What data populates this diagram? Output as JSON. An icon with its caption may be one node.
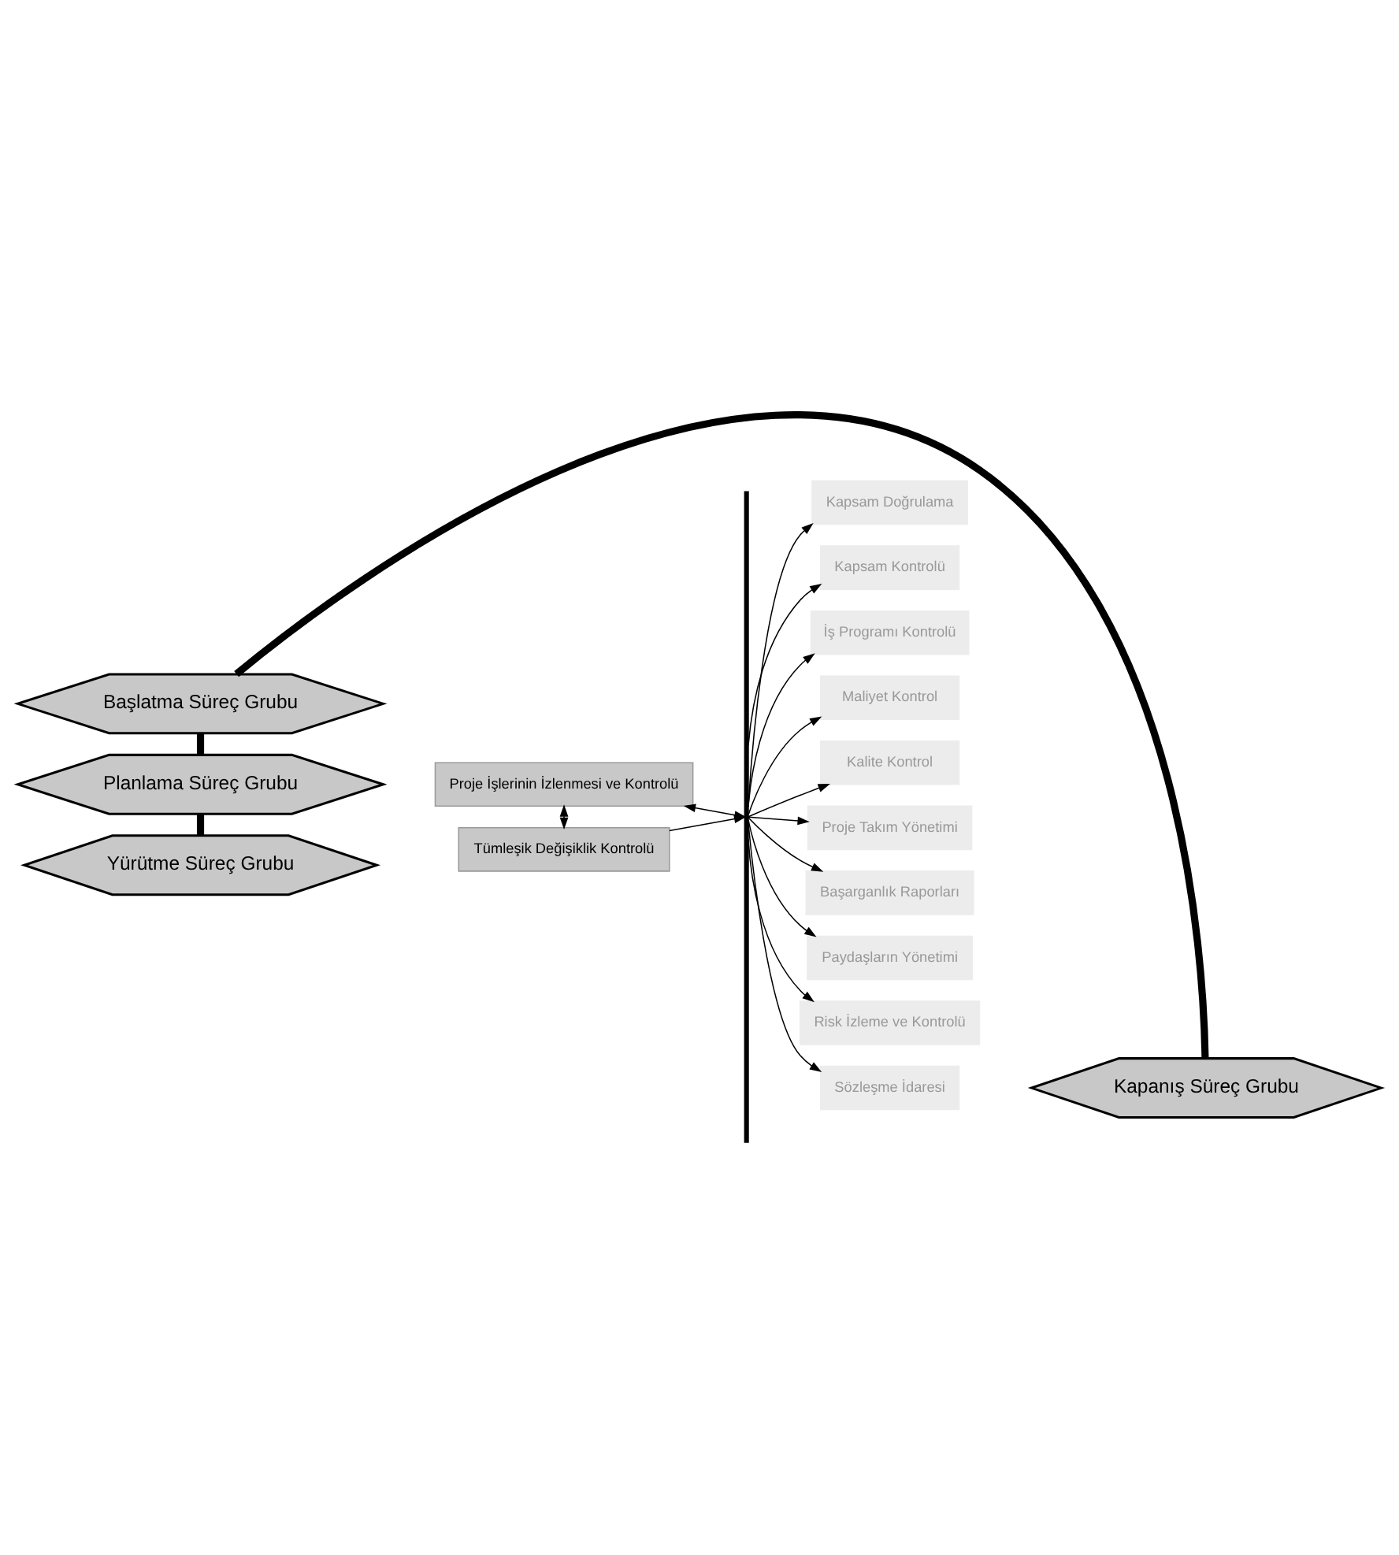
{
  "diagram": {
    "nodes": [
      {
        "text": [
          "Başlatma Süreç Grubu"
        ]
      },
      {
        "text": [
          "Planlama Süreç Grubu"
        ]
      },
      {
        "text": [
          "Yürütme Süreç Grubu"
        ]
      },
      {
        "text": [
          "Kapanış Süreç Grubu"
        ]
      },
      {
        "text": [
          "Proje İşlerinin İzlenmesi ve Kontrolü"
        ]
      },
      {
        "text": [
          "Tümleşik Değişiklik Kontrolü"
        ]
      },
      {
        "text": [],
        "shape": "bar"
      },
      {
        "text": [
          "Kapsam Doğrulama"
        ]
      },
      {
        "text": [
          "Kapsam Kontrolü"
        ]
      },
      {
        "text": [
          "İş Programı Kontrolü"
        ]
      },
      {
        "text": [
          "Maliyet Kontrol"
        ]
      },
      {
        "text": [
          "Kalite Kontrol"
        ]
      },
      {
        "text": [
          "Proje Takım Yönetimi"
        ]
      },
      {
        "text": [
          "Başarganlık Raporları"
        ]
      },
      {
        "text": [
          "Paydaşların Yönetimi"
        ]
      },
      {
        "text": [
          "Risk İzleme ve Kontrolü"
        ]
      },
      {
        "text": [
          "Sözleşme İdaresi"
        ]
      }
    ],
    "edges": [
      {
        "from": 0,
        "to": 1,
        "arrow": "none",
        "style": "thick"
      },
      {
        "from": 1,
        "to": 2,
        "arrow": "none",
        "style": "thick"
      },
      {
        "from": 0,
        "to": 3,
        "arrow": "none",
        "style": "thick"
      },
      {
        "from": 4,
        "to": 5,
        "arrow": "both"
      },
      {
        "from": 4,
        "to": 6,
        "arrow": "both"
      },
      {
        "from": 5,
        "to": 6,
        "arrow": "to"
      },
      {
        "from": 6,
        "to": 7,
        "arrow": "to"
      },
      {
        "from": 6,
        "to": 8,
        "arrow": "to"
      },
      {
        "from": 6,
        "to": 9,
        "arrow": "to"
      },
      {
        "from": 6,
        "to": 10,
        "arrow": "to"
      },
      {
        "from": 6,
        "to": 11,
        "arrow": "to"
      },
      {
        "from": 6,
        "to": 12,
        "arrow": "to"
      },
      {
        "from": 6,
        "to": 13,
        "arrow": "to"
      },
      {
        "from": 6,
        "to": 14,
        "arrow": "to"
      },
      {
        "from": 6,
        "to": 15,
        "arrow": "to"
      },
      {
        "from": 6,
        "to": 16,
        "arrow": "to"
      }
    ]
  }
}
